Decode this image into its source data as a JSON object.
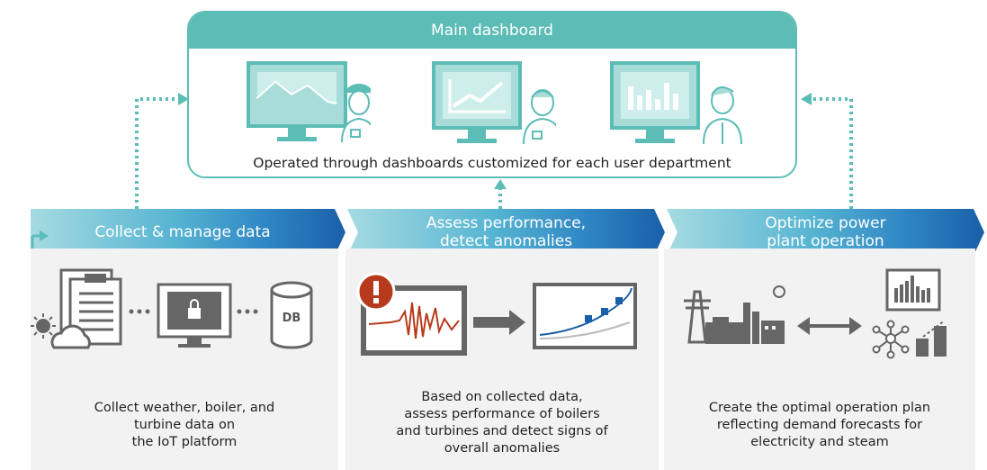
{
  "dashboard": {
    "title": "Main dashboard",
    "caption": "Operated through dashboards customized for each user department"
  },
  "steps": [
    {
      "title_line1": "Collect & manage data",
      "title_line2": "",
      "caption": [
        "Collect weather, boiler, and",
        "turbine data on",
        "the IoT platform"
      ]
    },
    {
      "title_line1": "Assess performance,",
      "title_line2": "detect anomalies",
      "caption": [
        "Based on collected data,",
        "assess performance of boilers",
        "and turbines and detect signs of",
        "overall anomalies"
      ]
    },
    {
      "title_line1": "Optimize power",
      "title_line2": "plant operation",
      "caption": [
        "Create the optimal operation plan",
        "reflecting demand forecasts for",
        "electricity and steam"
      ]
    }
  ],
  "icons": {
    "db_label": "DB"
  },
  "colors": {
    "teal": "#5cbcb6",
    "light_teal": "#a7dcd8",
    "banner_start": "#9fd8e0",
    "banner_mid": "#4fb0cf",
    "banner_end": "#1b5fa8",
    "panel_bg": "#f2f2f2",
    "icon_gray": "#666666",
    "alert_red": "#b83a1c"
  }
}
